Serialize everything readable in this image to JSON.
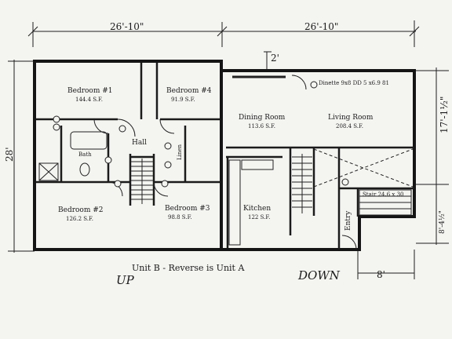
{
  "dimensions": {
    "top_left": "26'-10\"",
    "top_right": "26'-10\"",
    "left_side": "28'",
    "right_upper": "17'-1½\"",
    "right_lower": "8'-4½\"",
    "offset_2ft": "2'",
    "bottom_8ft": "8'"
  },
  "rooms": {
    "bedroom1": {
      "name": "Bedroom #1",
      "area": "144.4 S.F."
    },
    "bedroom4": {
      "name": "Bedroom #4",
      "area": "91.9 S.F."
    },
    "bedroom2": {
      "name": "Bedroom #2",
      "area": "126.2 S.F."
    },
    "bedroom3": {
      "name": "Bedroom #3",
      "area": "98.8 S.F."
    },
    "dining": {
      "name": "Dining Room",
      "area": "113.6 S.F."
    },
    "living": {
      "name": "Living Room",
      "area": "208.4 S.F."
    },
    "kitchen": {
      "name": "Kitchen",
      "area": "122 S.F."
    },
    "hall": {
      "name": "Hall"
    },
    "bath": {
      "name": "Bath"
    },
    "linen": {
      "name": "Linen"
    },
    "entry": {
      "name": "Entry"
    },
    "dinette_note": "Dinette 9x8 DD 5 x6.9 81",
    "stair_note": "Stair 24.6 x 30"
  },
  "captions": {
    "unit": "Unit B -  Reverse is Unit A",
    "up": "UP",
    "down": "DOWN"
  }
}
